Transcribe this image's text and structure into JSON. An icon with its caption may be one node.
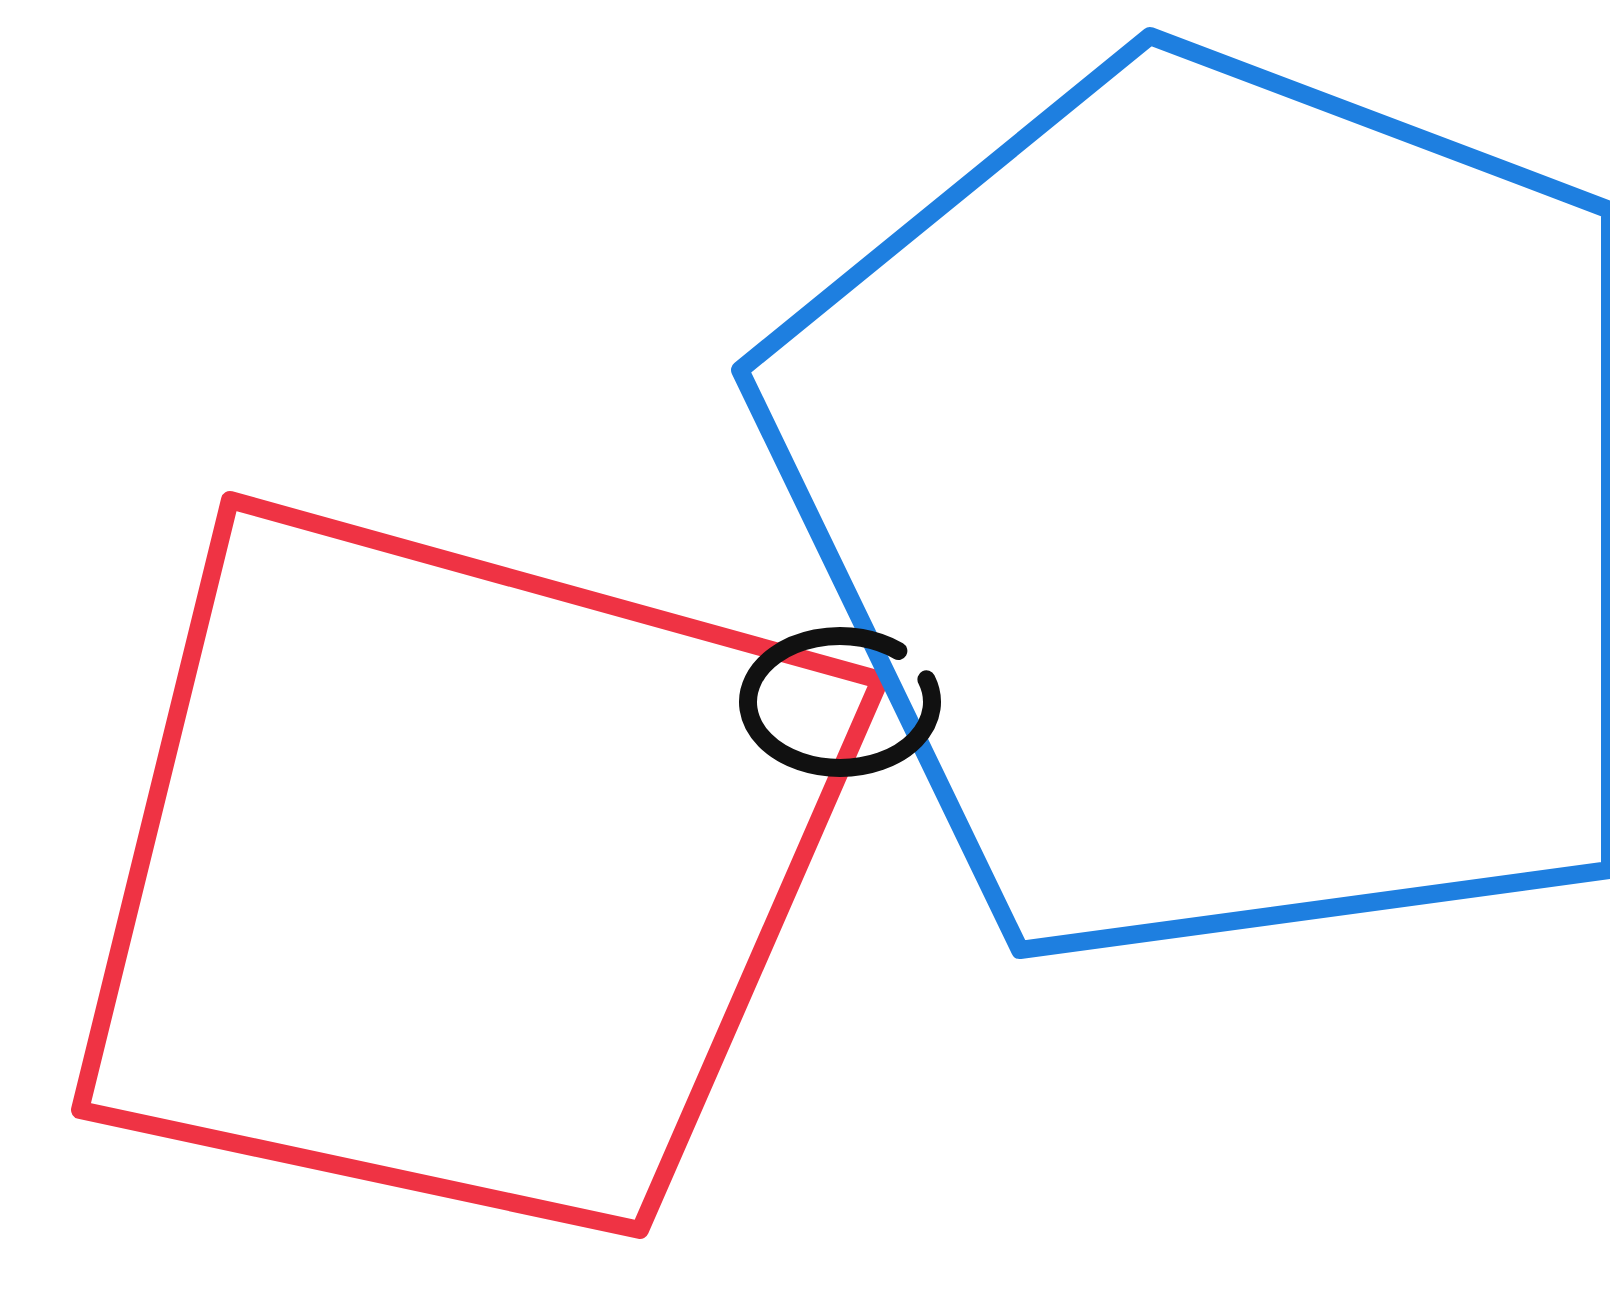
{
  "diagram": {
    "nodes": [
      {
        "text": [],
        "shape": "box"
      },
      {
        "text": [],
        "shape": "pentagon"
      },
      {
        "text": [],
        "shape": "circle"
      }
    ]
  }
}
